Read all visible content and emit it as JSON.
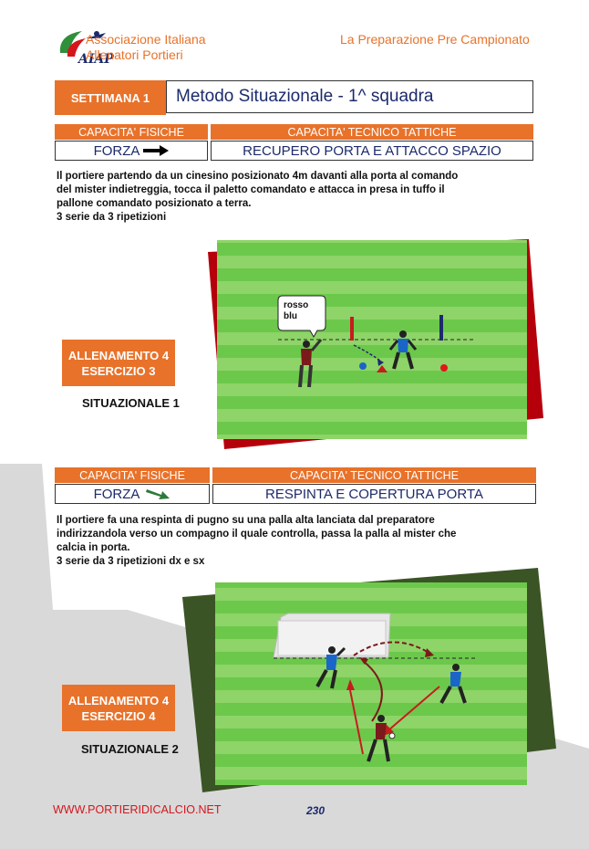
{
  "header": {
    "org_line1": "Associazione Italiana",
    "org_line2": "Allenatori Portieri",
    "logo_text": "AIAP",
    "section_title": "La Preparazione Pre Campionato"
  },
  "week": {
    "label": "SETTIMANA 1",
    "title": "Metodo Situazionale - 1^ squadra"
  },
  "exercise1": {
    "cap_fisiche_head": "CAPACITA' FISICHE",
    "cap_tecnico_head": "CAPACITA' TECNICO TATTICHE",
    "cap_fisiche_val": "FORZA",
    "cap_tecnico_val": "RECUPERO PORTA E ATTACCO SPAZIO",
    "desc_line1": "Il portiere partendo da un cinesino posizionato 4m davanti alla porta al comando",
    "desc_line2": "del mister indietreggia, tocca il paletto comandato e attacca in presa in tuffo il",
    "desc_line3": "pallone comandato posizionato a terra.",
    "desc_line4": "3 serie da 3 ripetizioni",
    "bubble_line1": "rosso",
    "bubble_line2": "blu",
    "box_line1": "ALLENAMENTO 4",
    "box_line2": "ESERCIZIO 3",
    "situational": "SITUAZIONALE 1"
  },
  "exercise2": {
    "cap_fisiche_head": "CAPACITA' FISICHE",
    "cap_tecnico_head": "CAPACITA' TECNICO TATTICHE",
    "cap_fisiche_val": "FORZA",
    "cap_tecnico_val": "RESPINTA E COPERTURA PORTA",
    "desc_line1": "Il portiere fa una respinta di pugno su una palla alta lanciata dal preparatore",
    "desc_line2": "indirizzandola verso un compagno il quale controlla, passa la palla al mister che",
    "desc_line3": "calcia in porta.",
    "desc_line4": "3 serie da 3 ripetizioni  dx e sx",
    "box_line1": "ALLENAMENTO 4",
    "box_line2": "ESERCIZIO 4",
    "situational": "SITUAZIONALE 2"
  },
  "footer": {
    "url": "WWW.PORTIERIDICALCIO.NET",
    "page": "230"
  },
  "colors": {
    "orange": "#e8722a",
    "navy": "#1c2a6b",
    "dark_red": "#b5000b",
    "dark_green": "#3b5425",
    "grey": "#d9d9d9"
  }
}
